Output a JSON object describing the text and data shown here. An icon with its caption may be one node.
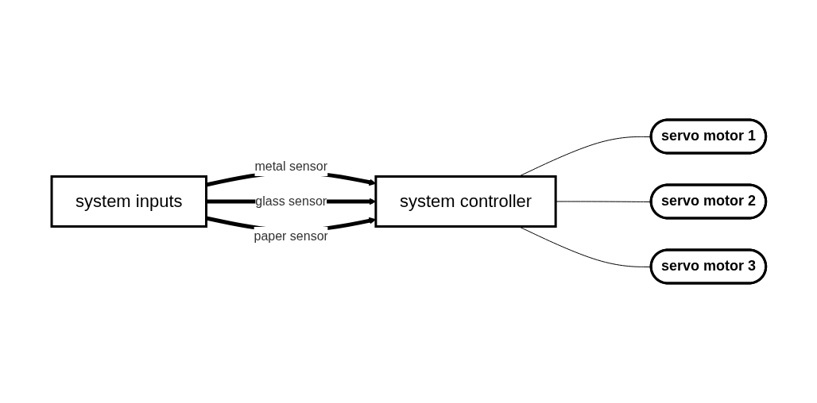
{
  "diagram": {
    "nodes": [
      {
        "text": [
          "system inputs"
        ]
      },
      {
        "text": [
          "system controller"
        ]
      },
      {
        "text": [
          "servo motor 1"
        ]
      },
      {
        "text": [
          "servo motor 2"
        ]
      },
      {
        "text": [
          "servo motor 3"
        ]
      }
    ],
    "edges": [
      {
        "from": 0,
        "to": 1,
        "arrow": "to",
        "label": "metal sensor",
        "style": "thick"
      },
      {
        "from": 0,
        "to": 1,
        "arrow": "to",
        "label": "glass sensor",
        "style": "thick"
      },
      {
        "from": 0,
        "to": 1,
        "arrow": "to",
        "label": "paper sensor",
        "style": "thick"
      },
      {
        "from": 1,
        "to": 2,
        "arrow": "none"
      },
      {
        "from": 1,
        "to": 3,
        "arrow": "none"
      },
      {
        "from": 1,
        "to": 4,
        "arrow": "none"
      }
    ]
  }
}
